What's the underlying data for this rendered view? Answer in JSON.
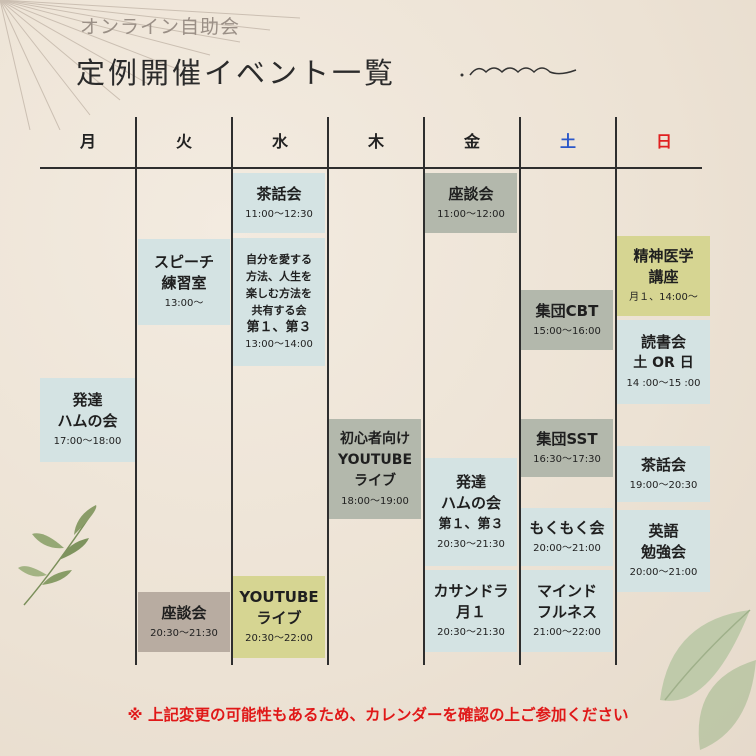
{
  "header": {
    "subtitle": "オンライン自助会",
    "title": "定例開催イベント一覧"
  },
  "days": [
    "月",
    "火",
    "水",
    "木",
    "金",
    "土",
    "日"
  ],
  "colors": {
    "saturday": "#2b57c9",
    "sunday": "#e02020",
    "notice": "#e01818",
    "cell_blue": "#d4e3e3",
    "cell_gray": "#b3b8ac",
    "cell_tan": "#b8aca1",
    "cell_lime": "#d6d592"
  },
  "events": {
    "mon_hatsu": {
      "line1": "発達",
      "line2": "ハムの会",
      "time": "17:00〜18:00"
    },
    "tue_speech": {
      "line1": "スピーチ",
      "line2": "練習室",
      "time": "13:00〜"
    },
    "tue_zadan": {
      "line1": "座談会",
      "time": "20:30〜21:30"
    },
    "wed_sawa": {
      "line1": "茶話会",
      "time": "11:00〜12:30"
    },
    "wed_jibun": {
      "line1": "自分を愛する",
      "line2": "方法、人生を",
      "line3": "楽しむ方法を",
      "line4": "共有する会",
      "line5": "第１、第３",
      "time": "13:00〜14:00"
    },
    "wed_youtube": {
      "line1": "YOUTUBE",
      "line2": "ライブ",
      "time": "20:30〜22:00"
    },
    "thu_youtube": {
      "line1": "初心者向け",
      "line2": "YOUTUBE",
      "line3": "ライブ",
      "time": "18:00〜19:00"
    },
    "fri_zadan": {
      "line1": "座談会",
      "time": "11:00〜12:00"
    },
    "fri_hatsu": {
      "line1": "発達",
      "line2": "ハムの会",
      "line3": "第１、第３",
      "time": "20:30〜21:30"
    },
    "fri_cassandra": {
      "line1": "カサンドラ",
      "line2": "月１",
      "time": "20:30〜21:30"
    },
    "sat_cbt": {
      "line1": "集団CBT",
      "time": "15:00〜16:00"
    },
    "sat_sst": {
      "line1": "集団SST",
      "time": "16:30〜17:30"
    },
    "sat_mokumoku": {
      "line1": "もくもく会",
      "time": "20:00〜21:00"
    },
    "sat_mindful": {
      "line1": "マインド",
      "line2": "フルネス",
      "time": "21:00〜22:00"
    },
    "sun_seishin": {
      "line1": "精神医学",
      "line2": "講座",
      "time": "月１、14:00〜"
    },
    "sun_dokusho": {
      "line1": "読書会",
      "line2": "土 OR 日",
      "time": "14 :00〜15 :00"
    },
    "sun_sawa": {
      "line1": "茶話会",
      "time": "19:00〜20:30"
    },
    "sun_eigo": {
      "line1": "英語",
      "line2": "勉強会",
      "time": "20:00〜21:00"
    }
  },
  "notice": "※ 上記変更の可能性もあるため、カレンダーを確認の上ご参加ください"
}
